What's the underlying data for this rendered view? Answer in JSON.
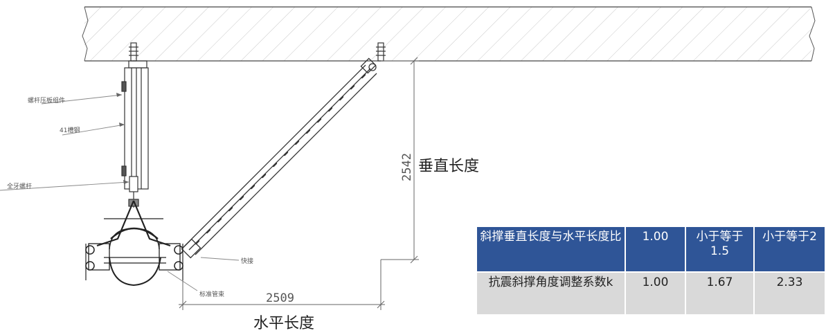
{
  "diagram": {
    "labels": {
      "rod_clamp": "螺杆压板组件",
      "channel_41": "41槽钢",
      "threaded_rod": "全牙螺杆",
      "quick_connect": "快接",
      "pipe_clamp": "标准管束",
      "horizontal_dim": "2509",
      "vertical_dim": "2542",
      "horizontal_length": "水平长度",
      "vertical_length": "垂直长度"
    }
  },
  "table": {
    "header": [
      "斜撑垂直长度与水平长度比",
      "1.00",
      "小于等于1.5",
      "小于等于2"
    ],
    "row": [
      "抗震斜撑角度调整系数k",
      "1.00",
      "1.67",
      "2.33"
    ]
  }
}
